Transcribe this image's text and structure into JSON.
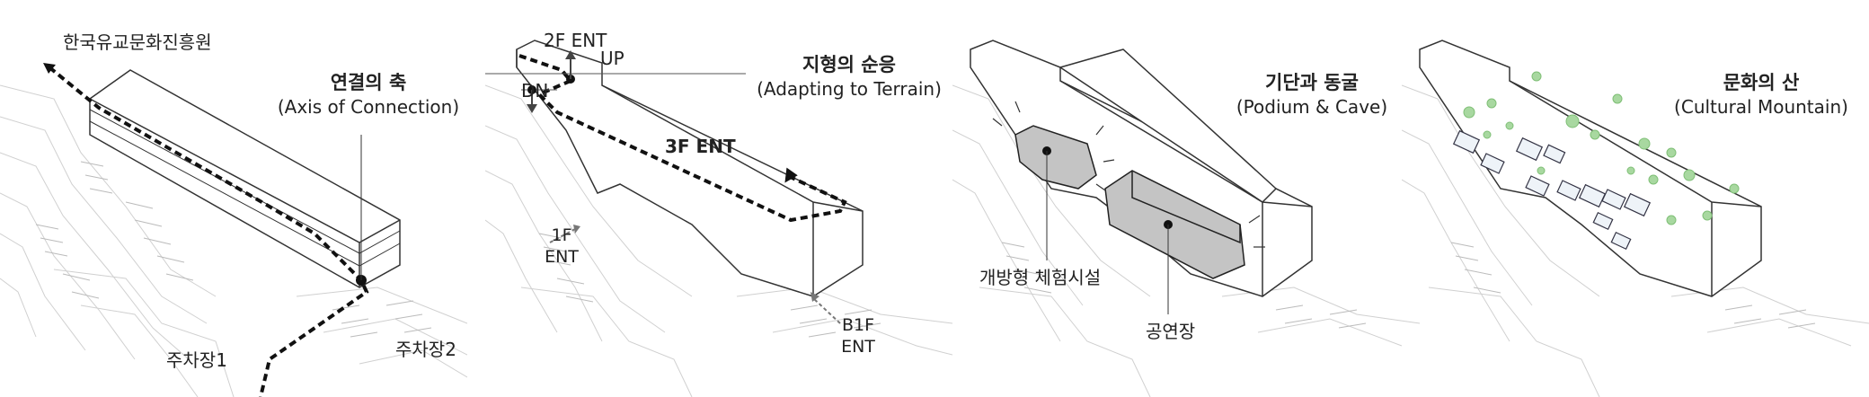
{
  "panels": [
    {
      "title_ko": "연결의 축",
      "title_en": "(Axis of Connection)",
      "labels": {
        "top_left": "한국유교문화진흥원",
        "parking1": "주차장1",
        "parking2": "주차장2"
      }
    },
    {
      "title_ko": "지형의 순응",
      "title_en": "(Adapting to Terrain)",
      "labels": {
        "ent2f": "2F ENT",
        "up": "UP",
        "dn": "DN",
        "ent3f": "3F ENT",
        "ent1f_a": "1F",
        "ent1f_b": "ENT",
        "entb1f_a": "B1F",
        "entb1f_b": "ENT"
      }
    },
    {
      "title_ko": "기단과 동굴",
      "title_en": "(Podium & Cave)",
      "labels": {
        "experience": "개방형 체험시설",
        "performance": "공연장"
      }
    },
    {
      "title_ko": "문화의 산",
      "title_en": "(Cultural Mountain)"
    }
  ],
  "colors": {
    "line": "#333333",
    "terrain": "#c8c8c8",
    "cave": "#c4c4c4",
    "tree": "#a8d8a0",
    "box": "#eef3f8"
  }
}
